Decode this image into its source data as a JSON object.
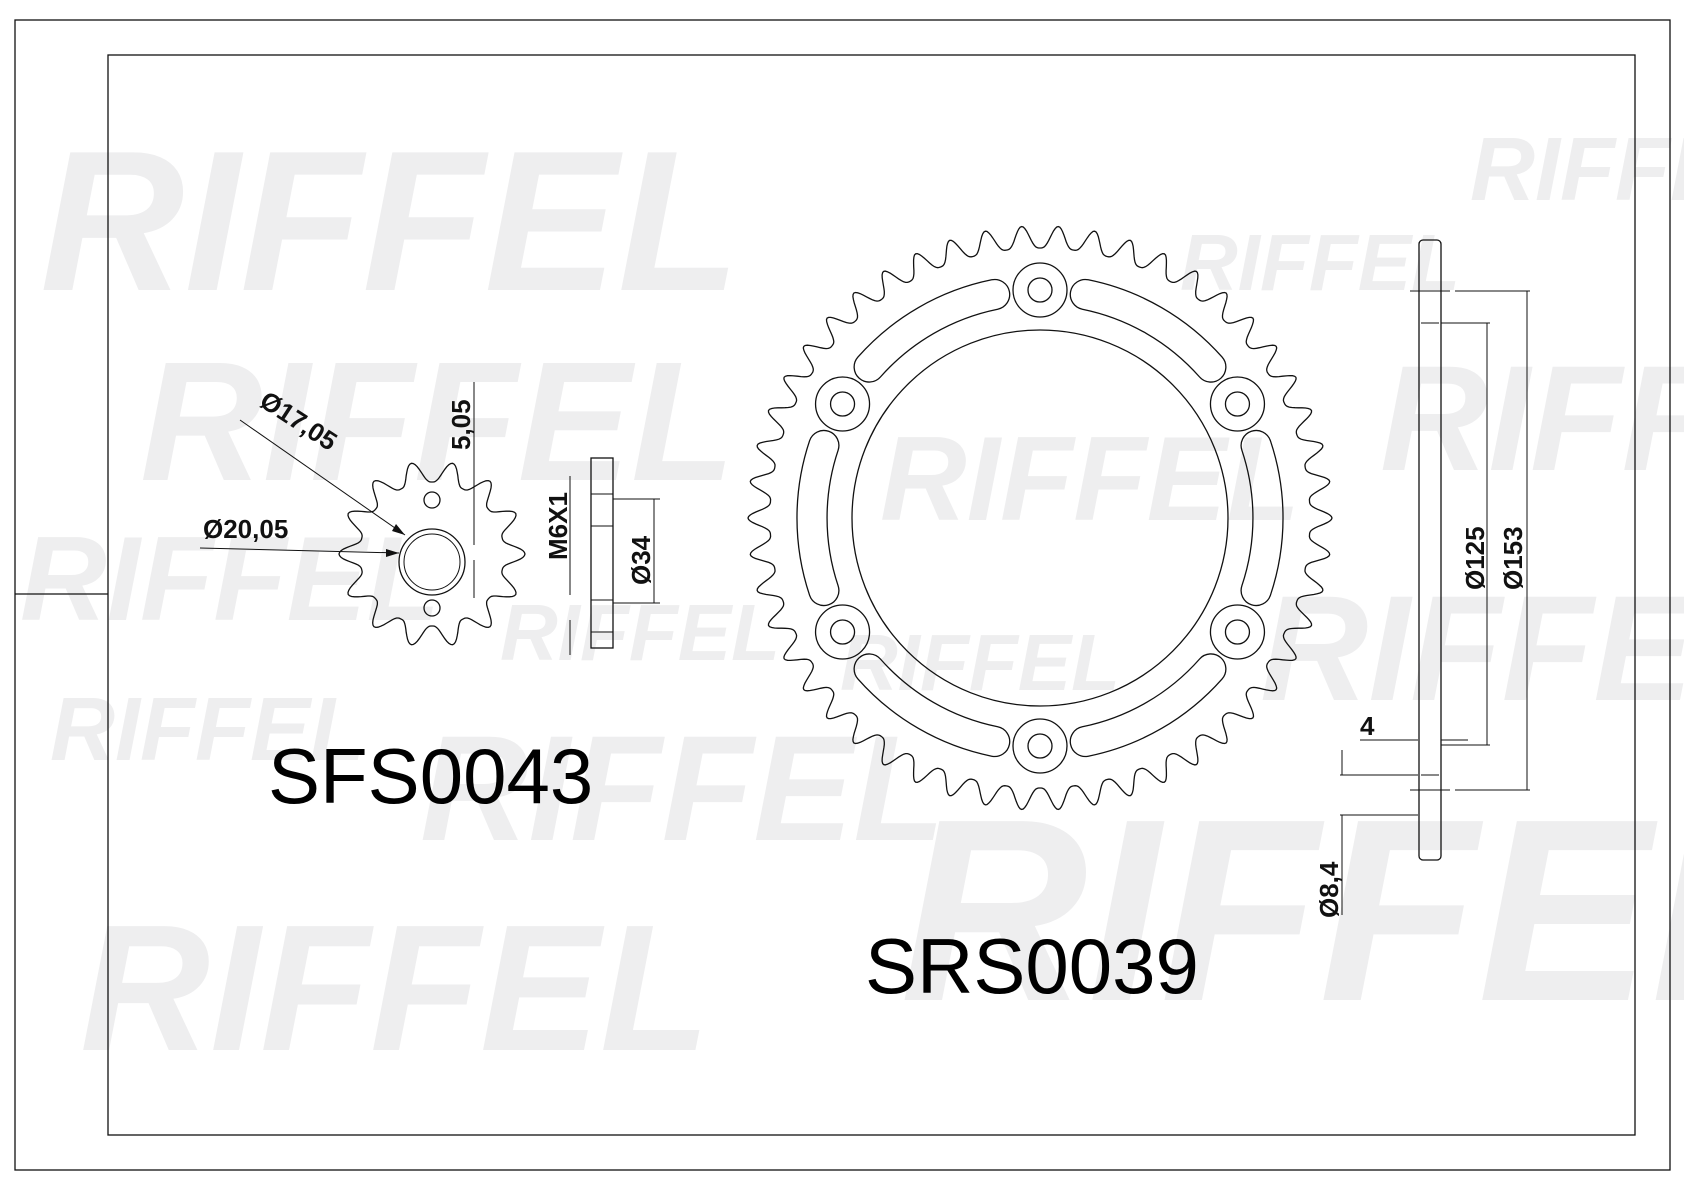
{
  "watermark": "RIFFEL",
  "front_sprocket": {
    "code": "SFS0043",
    "dims": {
      "pitch_diameter": "Ø17,05",
      "bore_diameter": "Ø20,05",
      "spline": "5,05",
      "thread": "M6X1",
      "hub_diameter": "Ø34"
    }
  },
  "rear_sprocket": {
    "code": "SRS0039",
    "dims": {
      "center_bore": "Ø125",
      "bolt_circle": "Ø153",
      "thickness": "4",
      "bolt_hole": "Ø8,4"
    }
  }
}
